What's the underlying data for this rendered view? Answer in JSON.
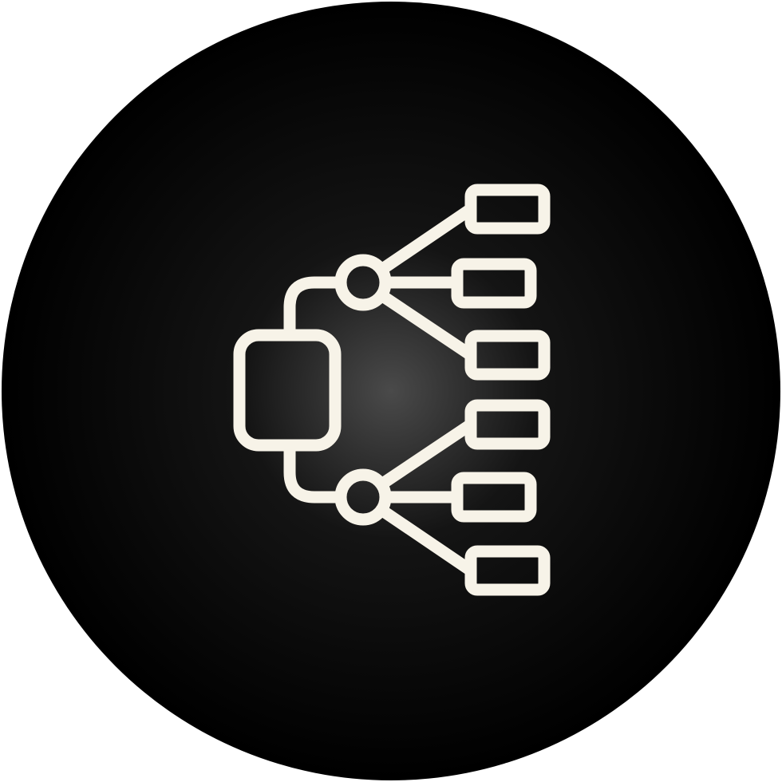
{
  "icon": {
    "name": "hierarchy-structure-icon",
    "style": "line",
    "background_shape": "circle",
    "colors": {
      "page_background": "#ffffff",
      "circle_center": "#4a4a4a",
      "circle_mid": "#141414",
      "circle_edge": "#000000",
      "stroke": "#f7f3e8"
    },
    "parts": {
      "root_node": "rounded-rectangle",
      "branch_nodes": 2,
      "leaf_nodes_per_branch": 3,
      "total_leaf_nodes": 6
    }
  }
}
